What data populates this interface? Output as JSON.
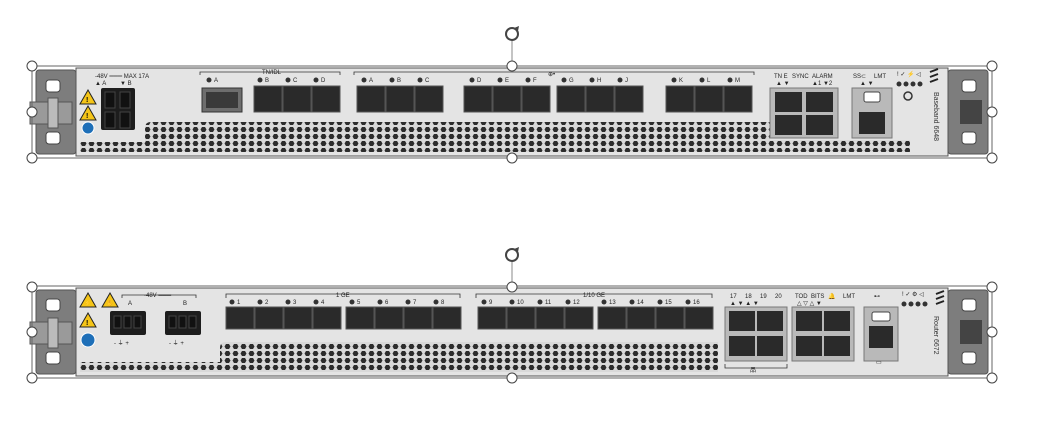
{
  "colors": {
    "chassis": "#e4e4e4",
    "chassis_stroke": "#555555",
    "ear": "#808080",
    "port_dark": "#2a2a2a",
    "port_grey": "#6e6e6e",
    "rj45_body": "#b9b9b9",
    "vent_bg": "#d6d6d6",
    "handle": "#9a9a9a",
    "warn_yellow": "#f5c518",
    "info_blue": "#1e6fb8"
  },
  "icons": [
    "rotate-icon",
    "warning-triangle-icon",
    "esd-warning-icon",
    "info-circle-icon",
    "usb-icon",
    "ground-icon",
    "network-icon",
    "ericsson-logo-icon"
  ],
  "baseband": {
    "name": "Baseband 6648",
    "power_label": "-48V ═══ MAX 17A",
    "power_sub_a": "▲ A",
    "power_sub_b": "▼ B",
    "tn_label": "TN/IDL",
    "tn_ports": [
      "A",
      "B",
      "C",
      "D"
    ],
    "sync_icon": "⊕•",
    "sfp_ports": [
      "A",
      "B",
      "C",
      "D",
      "E",
      "F",
      "G",
      "H",
      "J",
      "K",
      "L",
      "M"
    ],
    "tne_label": "TN E",
    "sync_label": "SYNC",
    "alarm_label": "ALARM",
    "alarm_sub": "▲1 ▼2",
    "tne_sub": "▲ ▼",
    "sync_sub": "▲ ▼",
    "usb_label": "SS⊂",
    "lmt_label": "LMT",
    "lmt_sub": "▲ ▼",
    "status_label": "! ✓ ⚡ ◁"
  },
  "router": {
    "name": "Router 6672",
    "power_label": "-48V ═══",
    "power_a": "A",
    "power_b": "B",
    "terminal_signs": "-  ⏚  +",
    "ge_label": "1 GE",
    "ge_ports": [
      "1",
      "2",
      "3",
      "4",
      "5",
      "6",
      "7",
      "8"
    ],
    "tenge_label": "1/10 GE",
    "tenge_ports": [
      "9",
      "10",
      "11",
      "12",
      "13",
      "14",
      "15",
      "16"
    ],
    "rj_ports": [
      "17",
      "18",
      "19",
      "20"
    ],
    "rj_sub": "▲ ▼ ▲ ▼",
    "tod_label": "TOD",
    "bits_label": "BITS",
    "bell_label": "🔔",
    "lmt_label": "LMT",
    "tod_sub": "△ ▽ △ ▼",
    "usb_label": "⊷",
    "status_label": "! ✓ ⚙ ◁",
    "net_label": "品",
    "console_label": "▭"
  }
}
